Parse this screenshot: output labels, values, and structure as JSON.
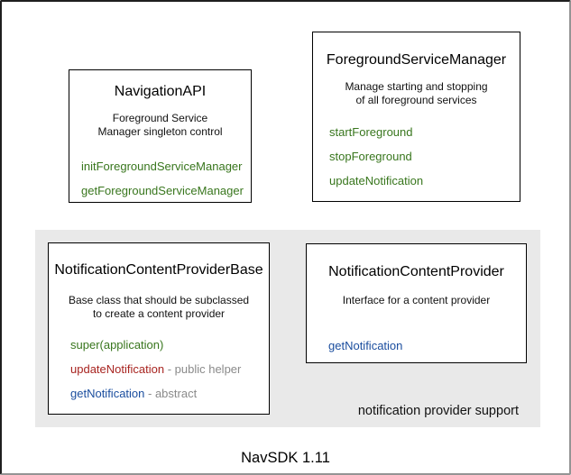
{
  "colors": {
    "canvas_bg": "#ffffff",
    "group_bg": "#e9e9e9",
    "box_border": "#000000",
    "method_green": "#38761d",
    "method_red": "#a82420",
    "method_blue": "#1a4d9e",
    "annotation_gray": "#8a8a8a"
  },
  "boxes": {
    "navigation_api": {
      "title": "NavigationAPI",
      "description": [
        "Foreground Service",
        "Manager singleton control"
      ],
      "methods": [
        {
          "label": "initForegroundServiceManager",
          "color": "green",
          "suffix": ""
        },
        {
          "label": "getForegroundServiceManager",
          "color": "green",
          "suffix": ""
        }
      ]
    },
    "foreground_service_manager": {
      "title": "ForegroundServiceManager",
      "description": [
        "Manage starting and stopping",
        "of all foreground services"
      ],
      "methods": [
        {
          "label": "startForeground",
          "color": "green",
          "suffix": ""
        },
        {
          "label": "stopForeground",
          "color": "green",
          "suffix": ""
        },
        {
          "label": "updateNotification",
          "color": "green",
          "suffix": ""
        }
      ]
    },
    "notification_content_provider_base": {
      "title": "NotificationContentProviderBase",
      "description": [
        "Base class that should be subclassed",
        "to create a content provider"
      ],
      "methods": [
        {
          "label": "super(application)",
          "color": "green",
          "suffix": ""
        },
        {
          "label": "updateNotification",
          "color": "red",
          "suffix": "- public helper"
        },
        {
          "label": "getNotification",
          "color": "blue",
          "suffix": "- abstract"
        }
      ]
    },
    "notification_content_provider": {
      "title": "NotificationContentProvider",
      "description": [
        "Interface for a content provider"
      ],
      "methods": [
        {
          "label": "getNotification",
          "color": "blue",
          "suffix": ""
        }
      ]
    }
  },
  "group": {
    "label": "notification provider support"
  },
  "footer": {
    "label": "NavSDK 1.11"
  }
}
